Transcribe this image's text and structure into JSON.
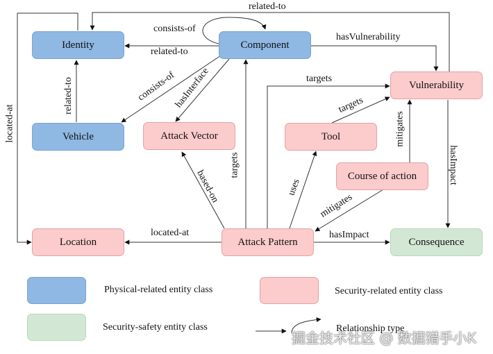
{
  "diagram": {
    "entities": {
      "identity": "Identity",
      "component": "Component",
      "vehicle": "Vehicle",
      "attack_vector": "Attack Vector",
      "tool": "Tool",
      "vulnerability": "Vulnerability",
      "course_of_action": "Course of action",
      "location": "Location",
      "attack_pattern": "Attack Pattern",
      "consequence": "Consequence"
    },
    "relations": {
      "component_identity_top": "related-to",
      "component_self": "consists-of",
      "component_identity": "related-to",
      "component_vulnerability": "hasVulnerability",
      "component_vehicle": "consists-of",
      "component_attack_vector": "hasInterface",
      "vehicle_identity": "related-to",
      "identity_location": "located-at",
      "attack_pattern_vulnerability": "targets",
      "tool_vulnerability": "targets",
      "course_vulnerability": "mitigates",
      "vulnerability_consequence": "hasImpact",
      "attack_pattern_attack_vector": "based-on",
      "attack_pattern_component": "targets",
      "attack_pattern_tool": "uses",
      "course_attack_pattern": "mitigates",
      "attack_pattern_location": "located-at",
      "attack_pattern_consequence": "hasImpact"
    },
    "colors": {
      "physical": "#8fb8e3",
      "security": "#fccbcc",
      "safety": "#d2e8d4"
    }
  },
  "legend": {
    "physical": "Physical-related entity class",
    "security": "Security-related entity class",
    "safety": "Security-safety entity class",
    "relationship": "Relationship type"
  },
  "watermark": "掘金技术社区 @ 数据猎手小K"
}
